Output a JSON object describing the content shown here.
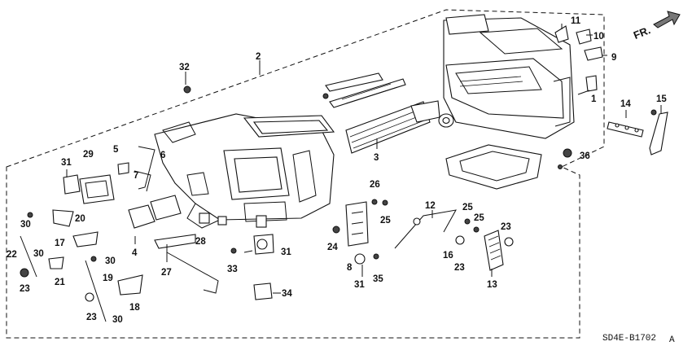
{
  "diagram": {
    "direction_label": "FR.",
    "drawing_code": "SD4E-B1702",
    "drawing_code_suffix": "A",
    "part_numbers": [
      "1",
      "2",
      "3",
      "4",
      "5",
      "6",
      "7",
      "8",
      "9",
      "10",
      "11",
      "12",
      "13",
      "14",
      "15",
      "16",
      "17",
      "18",
      "19",
      "20",
      "21",
      "22",
      "23",
      "24",
      "25",
      "26",
      "27",
      "28",
      "29",
      "30",
      "31",
      "32",
      "33",
      "34",
      "35",
      "36"
    ]
  },
  "labels": {
    "p1": "1",
    "p2": "2",
    "p3": "3",
    "p4": "4",
    "p5": "5",
    "p6": "6",
    "p7": "7",
    "p8": "8",
    "p9": "9",
    "p10": "10",
    "p11": "11",
    "p12": "12",
    "p13": "13",
    "p14": "14",
    "p15": "15",
    "p16": "16",
    "p17": "17",
    "p18": "18",
    "p19": "19",
    "p20": "20",
    "p21": "21",
    "p22": "22",
    "p23": "23",
    "p24": "24",
    "p25": "25",
    "p26": "26",
    "p27": "27",
    "p28": "28",
    "p29": "29",
    "p30": "30",
    "p31": "31",
    "p32": "32",
    "p33": "33",
    "p34": "34",
    "p35": "35",
    "p36": "36"
  }
}
